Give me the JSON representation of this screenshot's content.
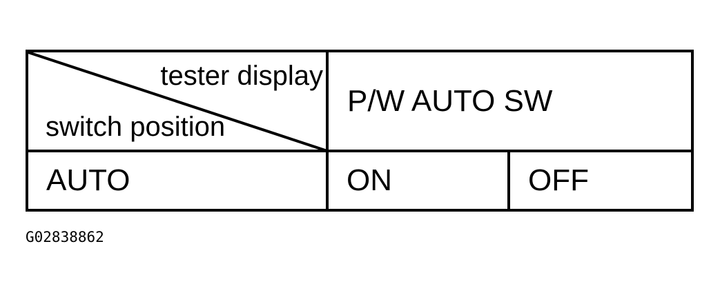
{
  "figure": {
    "caption": "G02838862",
    "line_color": "#000000",
    "background_color": "#ffffff"
  },
  "table": {
    "corner_header": {
      "top_right_label": "tester display",
      "bottom_left_label": "switch position",
      "diagonal_divider_icon": "diagonal-split-line"
    },
    "column_group_header": "P/W AUTO SW",
    "rows": [
      {
        "switch_position": "AUTO",
        "values": [
          "ON",
          "OFF"
        ]
      }
    ],
    "flat_cells": {
      "row1_col1": "AUTO",
      "row1_col2": "ON",
      "row1_col3": "OFF"
    }
  }
}
